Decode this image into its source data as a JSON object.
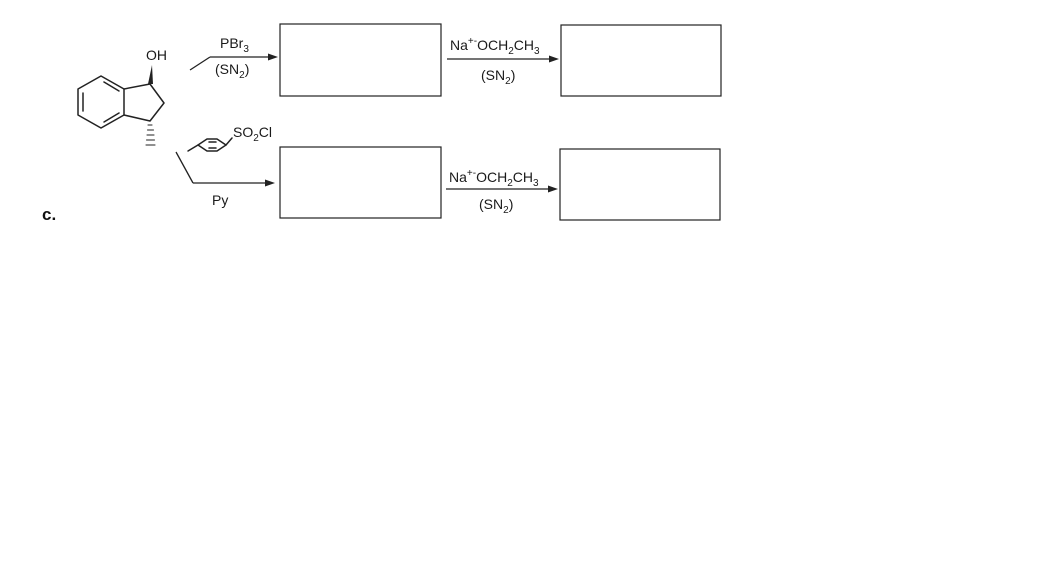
{
  "part_label": "c.",
  "reactant": {
    "substituent_label": "OH"
  },
  "top_route": {
    "step1": {
      "reagent": [
        "PBr",
        "3"
      ],
      "condition": [
        "(SN",
        "2",
        ")"
      ]
    },
    "step2": {
      "reagent": [
        "Na",
        "+",
        "-",
        "OCH",
        "2",
        "CH",
        "3"
      ],
      "condition": [
        "(SN",
        "2",
        ")"
      ]
    }
  },
  "bottom_route": {
    "step1": {
      "reagent": [
        "SO",
        "2",
        "Cl"
      ],
      "solvent": "Py"
    },
    "step2": {
      "reagent": [
        "Na",
        "+",
        "-",
        "OCH",
        "2",
        "CH",
        "3"
      ],
      "condition": [
        "(SN",
        "2",
        ")"
      ]
    }
  }
}
